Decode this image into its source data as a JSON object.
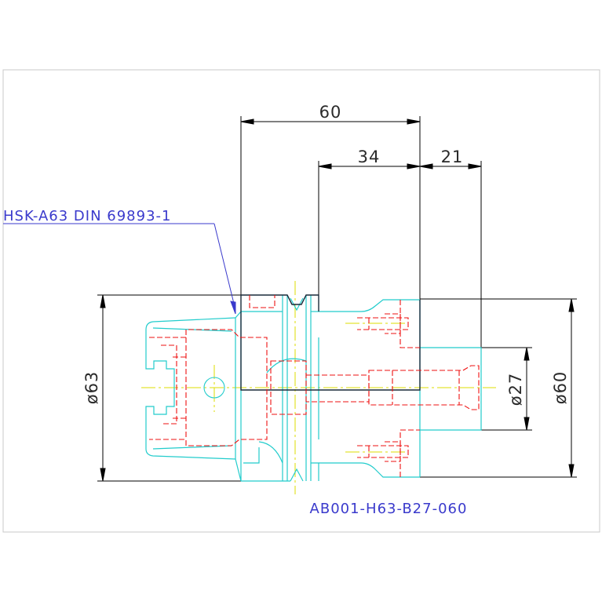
{
  "drawing": {
    "dimensions": {
      "length_total": "60",
      "length_inner": "34",
      "length_bore": "21",
      "diameter_flange": "ø63",
      "diameter_bore": "ø27",
      "diameter_body": "ø60"
    },
    "callout_standard": "HSK-A63 DIN 69893-1",
    "part_number": "AB001-H63-B27-060"
  },
  "colors": {
    "dimension": "#000000",
    "contour": "#22cccc",
    "hidden": "#ee1111",
    "centerline": "#dddd00",
    "callout": "#3a3acc",
    "dark_outline": "#1a2a3a"
  }
}
